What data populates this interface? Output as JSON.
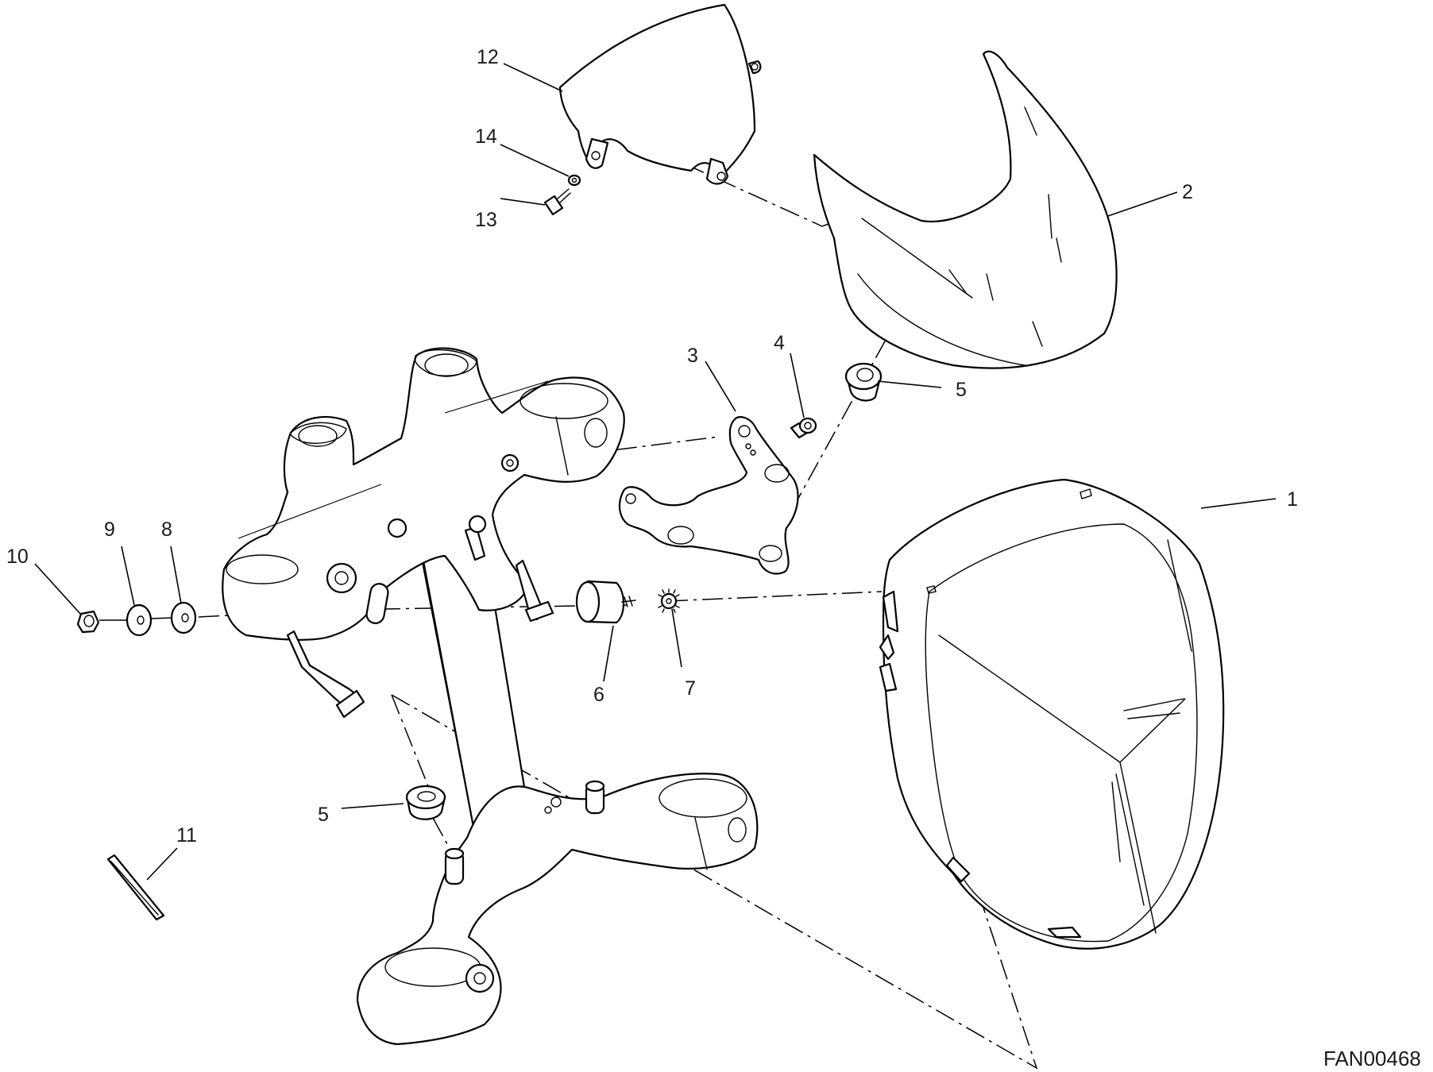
{
  "diagram": {
    "document_code": "FAN00468",
    "callouts": [
      {
        "id": "c1",
        "label": "1",
        "part": "headlight-assembly"
      },
      {
        "id": "c2",
        "label": "2",
        "part": "headlight-fairing"
      },
      {
        "id": "c3",
        "label": "3",
        "part": "headlight-bracket"
      },
      {
        "id": "c4",
        "label": "4",
        "part": "bracket-screw"
      },
      {
        "id": "c5a",
        "label": "5",
        "part": "rubber-grommet-upper"
      },
      {
        "id": "c5b",
        "label": "5",
        "part": "rubber-grommet-lower"
      },
      {
        "id": "c6",
        "label": "6",
        "part": "rubber-damper"
      },
      {
        "id": "c7",
        "label": "7",
        "part": "toothed-lock-washer"
      },
      {
        "id": "c8",
        "label": "8",
        "part": "flat-washer"
      },
      {
        "id": "c9",
        "label": "9",
        "part": "flat-washer-outer"
      },
      {
        "id": "c10",
        "label": "10",
        "part": "nut"
      },
      {
        "id": "c11",
        "label": "11",
        "part": "adhesive-pad"
      },
      {
        "id": "c12",
        "label": "12",
        "part": "instrument-cover"
      },
      {
        "id": "c13",
        "label": "13",
        "part": "cover-screw"
      },
      {
        "id": "c14",
        "label": "14",
        "part": "cover-washer"
      }
    ]
  }
}
